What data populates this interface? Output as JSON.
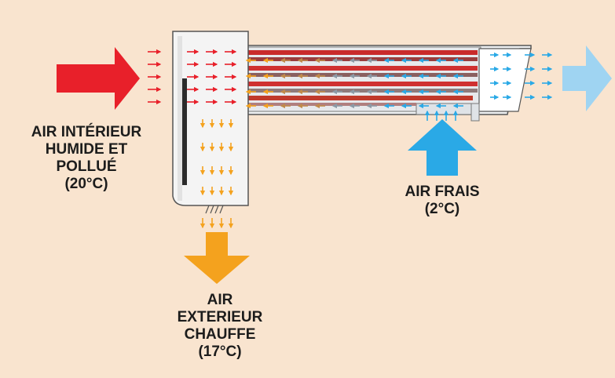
{
  "labels": {
    "interior_air": [
      "AIR INTÉRIEUR",
      "HUMIDE ET",
      "POLLUÉ",
      "(20°C)"
    ],
    "fresh_air": [
      "AIR FRAIS",
      "(2°C)"
    ],
    "exterior_air": [
      "AIR",
      "EXTERIEUR",
      "CHAUFFE",
      "(17°C)"
    ]
  },
  "colors": {
    "background": "#f9e4cf",
    "warm_red": "#e8202a",
    "cold_blue": "#2aa9e6",
    "light_blue": "#9fd4f2",
    "orange": "#f4a21e",
    "unit_body": "#f4f4f4",
    "outline": "#555555"
  },
  "icons": {
    "big_red_arrow": "arrow-right-icon",
    "big_blue_arrow": "arrow-up-icon",
    "big_orange_arrow": "arrow-down-icon",
    "light_blue_arrow": "arrow-right-icon"
  }
}
